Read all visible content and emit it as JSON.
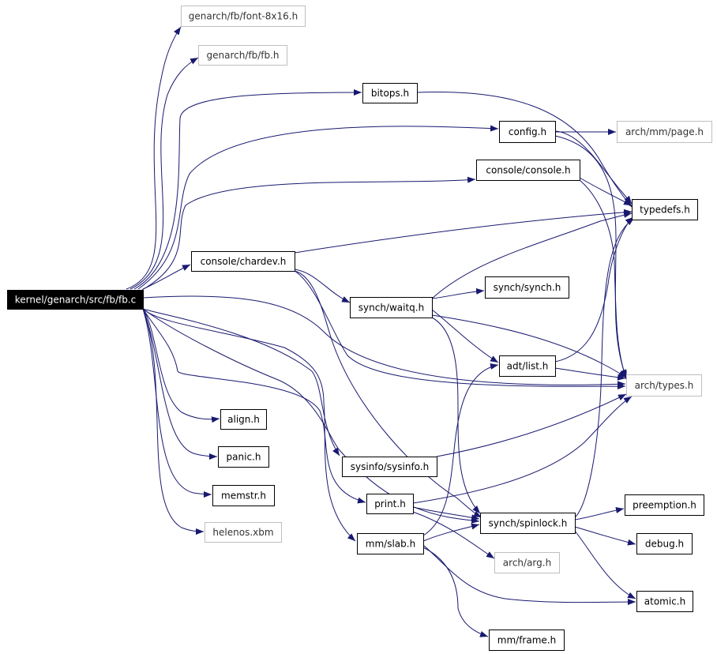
{
  "graph": {
    "colors": {
      "edge": "#191970",
      "node_border": "#000000",
      "external_border": "#bfbfbf",
      "root_fill": "#000000",
      "root_text": "#ffffff",
      "node_text": "#000000",
      "external_text": "#333333"
    },
    "nodes": [
      {
        "id": "root",
        "label": "kernel/genarch/src/fb/fb.c",
        "kind": "root"
      },
      {
        "id": "font",
        "label": "genarch/fb/font-8x16.h",
        "kind": "external"
      },
      {
        "id": "fbh",
        "label": "genarch/fb/fb.h",
        "kind": "external"
      },
      {
        "id": "bitops",
        "label": "bitops.h",
        "kind": "normal"
      },
      {
        "id": "config",
        "label": "config.h",
        "kind": "normal"
      },
      {
        "id": "page",
        "label": "arch/mm/page.h",
        "kind": "external"
      },
      {
        "id": "console",
        "label": "console/console.h",
        "kind": "normal"
      },
      {
        "id": "typedefs",
        "label": "typedefs.h",
        "kind": "normal"
      },
      {
        "id": "chardev",
        "label": "console/chardev.h",
        "kind": "normal"
      },
      {
        "id": "synch",
        "label": "synch/synch.h",
        "kind": "normal"
      },
      {
        "id": "waitq",
        "label": "synch/waitq.h",
        "kind": "normal"
      },
      {
        "id": "list",
        "label": "adt/list.h",
        "kind": "normal"
      },
      {
        "id": "types",
        "label": "arch/types.h",
        "kind": "external"
      },
      {
        "id": "align",
        "label": "align.h",
        "kind": "normal"
      },
      {
        "id": "panic",
        "label": "panic.h",
        "kind": "normal"
      },
      {
        "id": "sysinfo",
        "label": "sysinfo/sysinfo.h",
        "kind": "normal"
      },
      {
        "id": "memstr",
        "label": "memstr.h",
        "kind": "normal"
      },
      {
        "id": "print",
        "label": "print.h",
        "kind": "normal"
      },
      {
        "id": "preemption",
        "label": "preemption.h",
        "kind": "normal"
      },
      {
        "id": "spinlock",
        "label": "synch/spinlock.h",
        "kind": "normal"
      },
      {
        "id": "helenos",
        "label": "helenos.xbm",
        "kind": "external"
      },
      {
        "id": "slab",
        "label": "mm/slab.h",
        "kind": "normal"
      },
      {
        "id": "debug",
        "label": "debug.h",
        "kind": "normal"
      },
      {
        "id": "arg",
        "label": "arch/arg.h",
        "kind": "external"
      },
      {
        "id": "atomic",
        "label": "atomic.h",
        "kind": "normal"
      },
      {
        "id": "frame",
        "label": "mm/frame.h",
        "kind": "normal"
      }
    ],
    "edges": [
      {
        "from": "root",
        "to": "font"
      },
      {
        "from": "root",
        "to": "fbh"
      },
      {
        "from": "root",
        "to": "bitops"
      },
      {
        "from": "root",
        "to": "config"
      },
      {
        "from": "root",
        "to": "console"
      },
      {
        "from": "root",
        "to": "chardev"
      },
      {
        "from": "root",
        "to": "types"
      },
      {
        "from": "root",
        "to": "align"
      },
      {
        "from": "root",
        "to": "panic"
      },
      {
        "from": "root",
        "to": "memstr"
      },
      {
        "from": "root",
        "to": "helenos"
      },
      {
        "from": "root",
        "to": "sysinfo"
      },
      {
        "from": "root",
        "to": "print"
      },
      {
        "from": "root",
        "to": "slab"
      },
      {
        "from": "root",
        "to": "spinlock"
      },
      {
        "from": "bitops",
        "to": "typedefs"
      },
      {
        "from": "config",
        "to": "page"
      },
      {
        "from": "config",
        "to": "typedefs"
      },
      {
        "from": "config",
        "to": "types"
      },
      {
        "from": "console",
        "to": "typedefs"
      },
      {
        "from": "console",
        "to": "types"
      },
      {
        "from": "chardev",
        "to": "typedefs"
      },
      {
        "from": "chardev",
        "to": "waitq"
      },
      {
        "from": "chardev",
        "to": "types"
      },
      {
        "from": "chardev",
        "to": "spinlock"
      },
      {
        "from": "waitq",
        "to": "synch"
      },
      {
        "from": "waitq",
        "to": "list"
      },
      {
        "from": "waitq",
        "to": "typedefs"
      },
      {
        "from": "waitq",
        "to": "types"
      },
      {
        "from": "waitq",
        "to": "spinlock"
      },
      {
        "from": "list",
        "to": "typedefs"
      },
      {
        "from": "list",
        "to": "types"
      },
      {
        "from": "sysinfo",
        "to": "types"
      },
      {
        "from": "print",
        "to": "types"
      },
      {
        "from": "print",
        "to": "spinlock"
      },
      {
        "from": "print",
        "to": "arg"
      },
      {
        "from": "spinlock",
        "to": "typedefs"
      },
      {
        "from": "spinlock",
        "to": "preemption"
      },
      {
        "from": "spinlock",
        "to": "debug"
      },
      {
        "from": "spinlock",
        "to": "atomic"
      },
      {
        "from": "slab",
        "to": "list"
      },
      {
        "from": "slab",
        "to": "spinlock"
      },
      {
        "from": "slab",
        "to": "atomic"
      },
      {
        "from": "slab",
        "to": "frame"
      }
    ]
  }
}
